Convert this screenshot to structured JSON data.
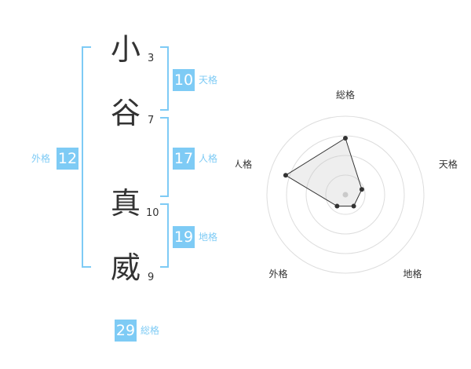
{
  "name": {
    "chars": [
      {
        "char": "小",
        "strokes": "3"
      },
      {
        "char": "谷",
        "strokes": "7"
      },
      {
        "char": "真",
        "strokes": "10"
      },
      {
        "char": "威",
        "strokes": "9"
      }
    ]
  },
  "fortune": {
    "tenkaku": {
      "value": "10",
      "label": "天格"
    },
    "jinkaku": {
      "value": "17",
      "label": "人格"
    },
    "chikaku": {
      "value": "19",
      "label": "地格"
    },
    "gaikaku": {
      "value": "12",
      "label": "外格"
    },
    "soukaku": {
      "value": "29",
      "label": "総格"
    }
  },
  "colors": {
    "accent": "#7ecbf5",
    "text": "#333333"
  },
  "chart_data": {
    "type": "radar",
    "axes": [
      "総格",
      "天格",
      "地格",
      "外格",
      "人格"
    ],
    "values": [
      0.72,
      0.22,
      0.18,
      0.18,
      0.8
    ],
    "rmax": 1,
    "rings": 4
  }
}
